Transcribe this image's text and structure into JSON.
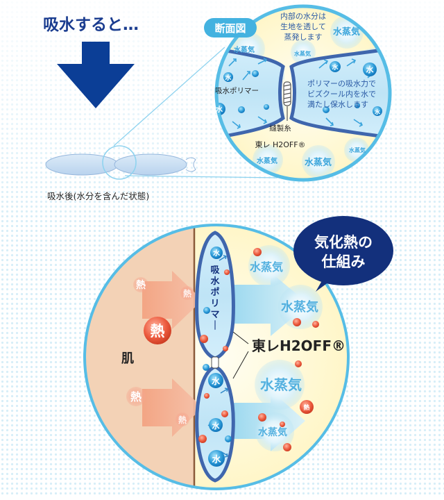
{
  "top": {
    "heading": "吸水すると…",
    "caption": "吸水後(水分を含んだ状態)"
  },
  "cross_section": {
    "badge": "断面図",
    "note_evaporation": [
      "内部の水分は",
      "生地を透して",
      "蒸発します"
    ],
    "polymer_label": "吸水ポリマー",
    "note_retention": [
      "ポリマーの吸水力で",
      "ビズクール内を水で",
      "満たし保水します"
    ],
    "thread_label": "縫製糸",
    "fiber_label": "東レ H2OFF®",
    "steam_glyph": "水蒸気",
    "water_glyph": "水"
  },
  "mechanism": {
    "bubble": [
      "気化熱の",
      "仕組み"
    ],
    "skin_label": "肌",
    "heat_glyph": "熱",
    "polymer_label": "吸水ポリマー",
    "fiber_label": "東レH2OFF®",
    "steam_label": "水蒸気",
    "water_glyph": "水"
  },
  "colors": {
    "heading_navy": "#1a3c8f",
    "arrow_navy": "#0b3e96",
    "skin": "#f3d2b6",
    "heat_red": "#e9533c",
    "steam_blue": "#4cb6e3",
    "bubble_navy": "#13307c",
    "circle_border": "#56bde6",
    "pale_yellow": "#fffbe0"
  }
}
